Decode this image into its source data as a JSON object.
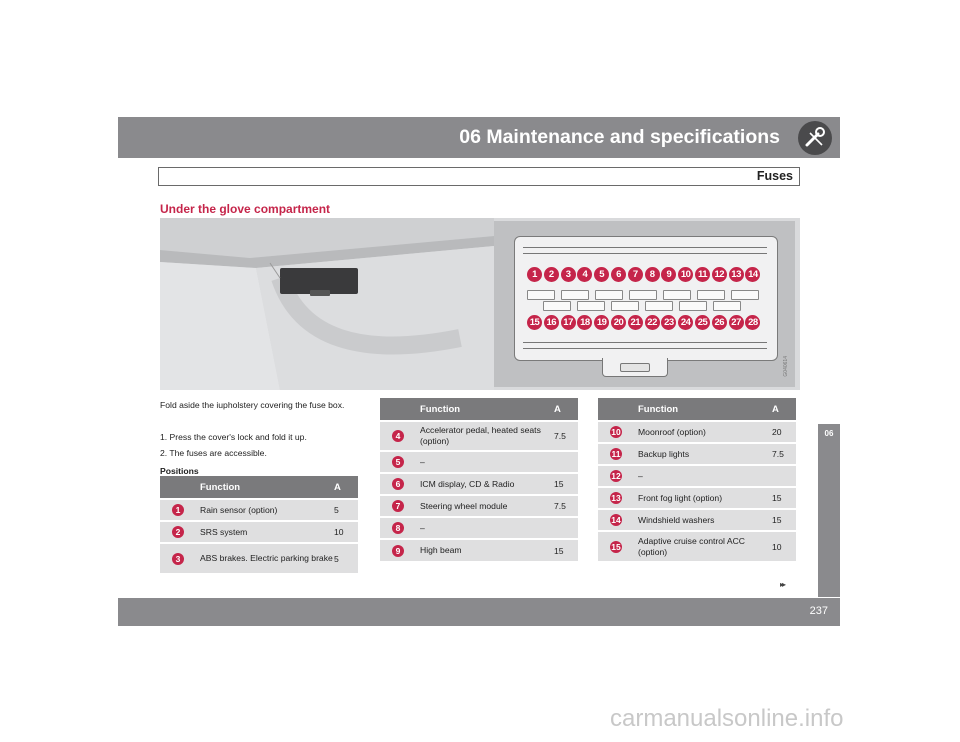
{
  "header": {
    "title": "06 Maintenance and specifications",
    "icon": "wrench-gear-icon"
  },
  "subheader": {
    "title": "Fuses"
  },
  "section": {
    "title": "Under the glove compartment"
  },
  "figure": {
    "fuse_top_row": [
      "1",
      "2",
      "3",
      "4",
      "5",
      "6",
      "7",
      "8",
      "9",
      "10",
      "11",
      "12",
      "13",
      "14"
    ],
    "fuse_bottom_row": [
      "15",
      "16",
      "17",
      "18",
      "19",
      "20",
      "21",
      "22",
      "23",
      "24",
      "25",
      "26",
      "27",
      "28"
    ],
    "code": "G040614"
  },
  "body": {
    "intro": "Fold aside the iupholstery covering the fuse box.",
    "steps": [
      "1.  Press the cover's lock and fold it up.",
      "2.  The fuses are accessible."
    ],
    "positions_label": "Positions"
  },
  "tables": [
    {
      "header_function": "Function",
      "header_a": "A",
      "rows": [
        {
          "num": "1",
          "function": "Rain sensor (option)",
          "a": "5"
        },
        {
          "num": "2",
          "function": "SRS system",
          "a": "10"
        },
        {
          "num": "3",
          "function": "ABS brakes. Electric parking brake",
          "a": "5"
        }
      ]
    },
    {
      "header_function": "Function",
      "header_a": "A",
      "rows": [
        {
          "num": "4",
          "function": "Accelerator pedal, heated seats (option)",
          "a": "7.5"
        },
        {
          "num": "5",
          "function": "–",
          "a": ""
        },
        {
          "num": "6",
          "function": "ICM display, CD & Radio",
          "a": "15"
        },
        {
          "num": "7",
          "function": "Steering wheel module",
          "a": "7.5"
        },
        {
          "num": "8",
          "function": "–",
          "a": ""
        },
        {
          "num": "9",
          "function": "High beam",
          "a": "15"
        }
      ]
    },
    {
      "header_function": "Function",
      "header_a": "A",
      "rows": [
        {
          "num": "10",
          "function": "Moonroof (option)",
          "a": "20"
        },
        {
          "num": "11",
          "function": "Backup lights",
          "a": "7.5"
        },
        {
          "num": "12",
          "function": "–",
          "a": ""
        },
        {
          "num": "13",
          "function": "Front fog light (option)",
          "a": "15"
        },
        {
          "num": "14",
          "function": "Windshield washers",
          "a": "15"
        },
        {
          "num": "15",
          "function": "Adaptive cruise control ACC (option)",
          "a": "10"
        }
      ]
    }
  ],
  "side_tab": {
    "label": "06"
  },
  "footer": {
    "page": "237",
    "continue_marker": "▸▸"
  },
  "watermark": "carmanualsonline.info",
  "colors": {
    "accent": "#c5254a",
    "bar": "#8a8a8d",
    "row": "#dfdfe0"
  }
}
